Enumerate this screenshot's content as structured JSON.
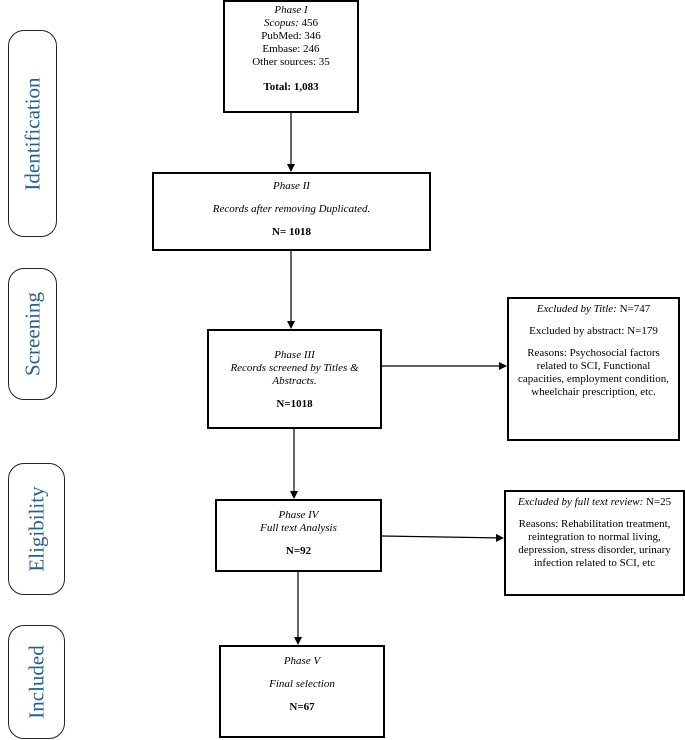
{
  "stages": {
    "identification": "Identification",
    "screening": "Screening",
    "eligibility": "Eligibility",
    "included": "Included"
  },
  "phase1": {
    "title": "Phase I",
    "scopus_label": "Scopus:",
    "scopus_value": " 456",
    "pubmed": "PubMed: 346",
    "embase": "Embase: 246",
    "other": "Other sources: 35",
    "total": "Total: 1,083"
  },
  "phase2": {
    "title": "Phase II",
    "desc": "Records after removing Duplicated.",
    "count": "N= 1018"
  },
  "phase3": {
    "title": "Phase III",
    "desc1": "Records screened by Titles &",
    "desc2": "Abstracts.",
    "count": "N=1018"
  },
  "phase4": {
    "title": "Phase IV",
    "desc": "Full text Analysis",
    "count": "N=92"
  },
  "phase5": {
    "title": "Phase V",
    "desc": "Final selection",
    "count": "N=67"
  },
  "excluded_screening": {
    "title_label": "Excluded by Title:",
    "title_value": " N=747",
    "abstract": "Excluded by abstract: N=179",
    "reasons": "Reasons: Psychosocial factors related to SCI, Functional capacities, employment condition, wheelchair prescription, etc."
  },
  "excluded_eligibility": {
    "label": "Excluded by full text review:",
    "value": " N=25",
    "reasons": "Reasons: Rehabilitation treatment, reintegration to normal living, depression, stress disorder, urinary infection related to SCI, etc"
  }
}
